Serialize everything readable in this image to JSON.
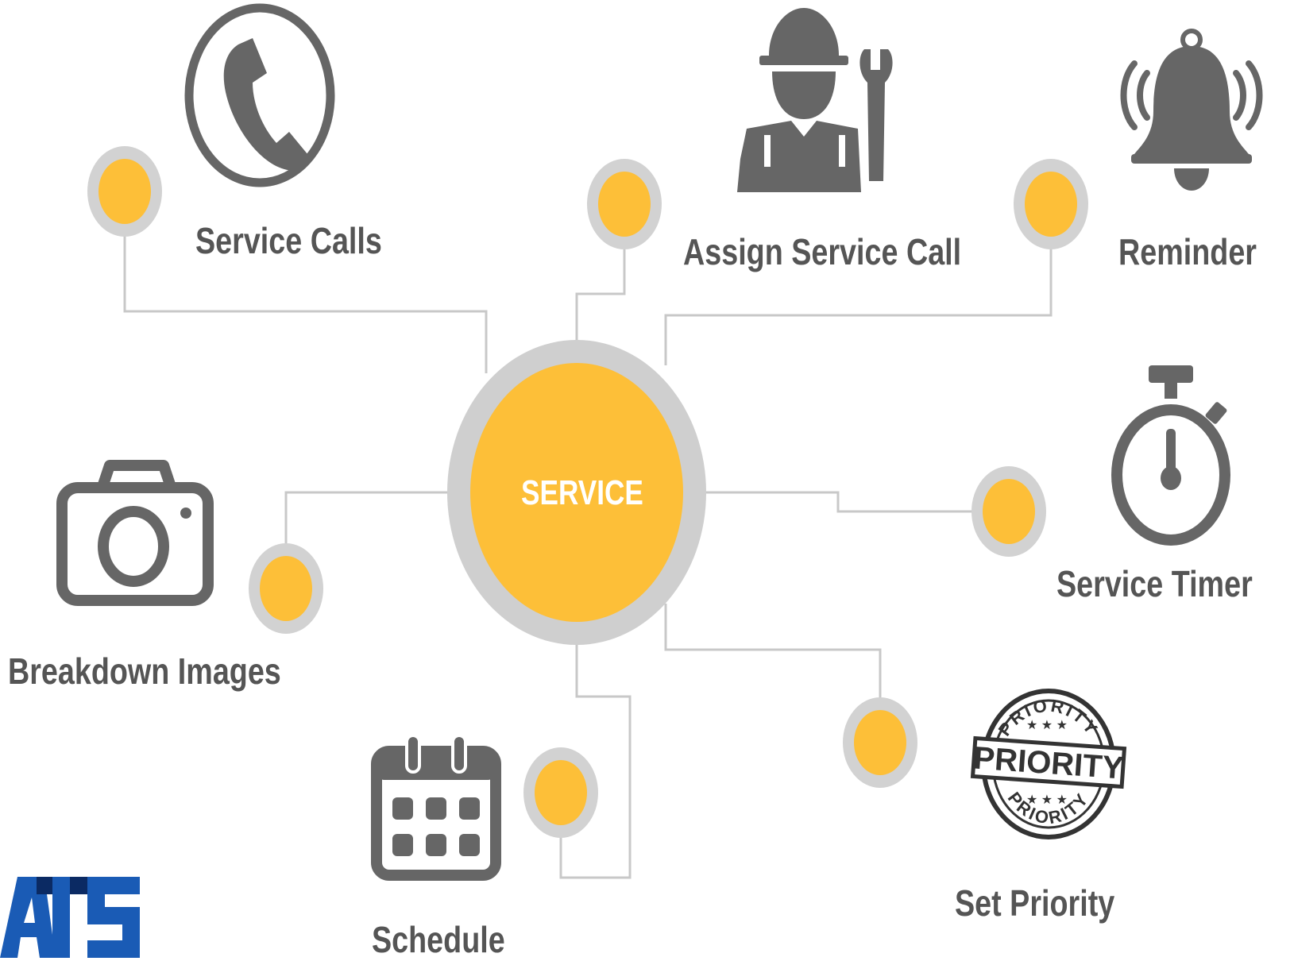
{
  "colors": {
    "node_fill": "#FDBF38",
    "node_ring": "#CFCFCF",
    "icon": "#666666",
    "connector": "#C8C8C8",
    "label": "#555555",
    "logo_blue": "#1A5BB5",
    "logo_dark": "#0B2A63"
  },
  "center": {
    "label": "SERVICE"
  },
  "features": [
    {
      "id": "service-calls",
      "label": "Service Calls",
      "icon": "phone-icon"
    },
    {
      "id": "assign-service-call",
      "label": "Assign Service Call",
      "icon": "technician-icon"
    },
    {
      "id": "reminder",
      "label": "Reminder",
      "icon": "bell-icon"
    },
    {
      "id": "service-timer",
      "label": "Service Timer",
      "icon": "stopwatch-icon"
    },
    {
      "id": "set-priority",
      "label": "Set Priority",
      "icon": "priority-stamp-icon"
    },
    {
      "id": "schedule",
      "label": "Schedule",
      "icon": "calendar-icon"
    },
    {
      "id": "breakdown-images",
      "label": "Breakdown Images",
      "icon": "camera-icon"
    }
  ],
  "priority_stamp": {
    "main": "PRIORITY",
    "arc_top": "PRIORITY",
    "arc_bottom": "PRIORITY"
  },
  "logo": {
    "text": "ATS"
  }
}
